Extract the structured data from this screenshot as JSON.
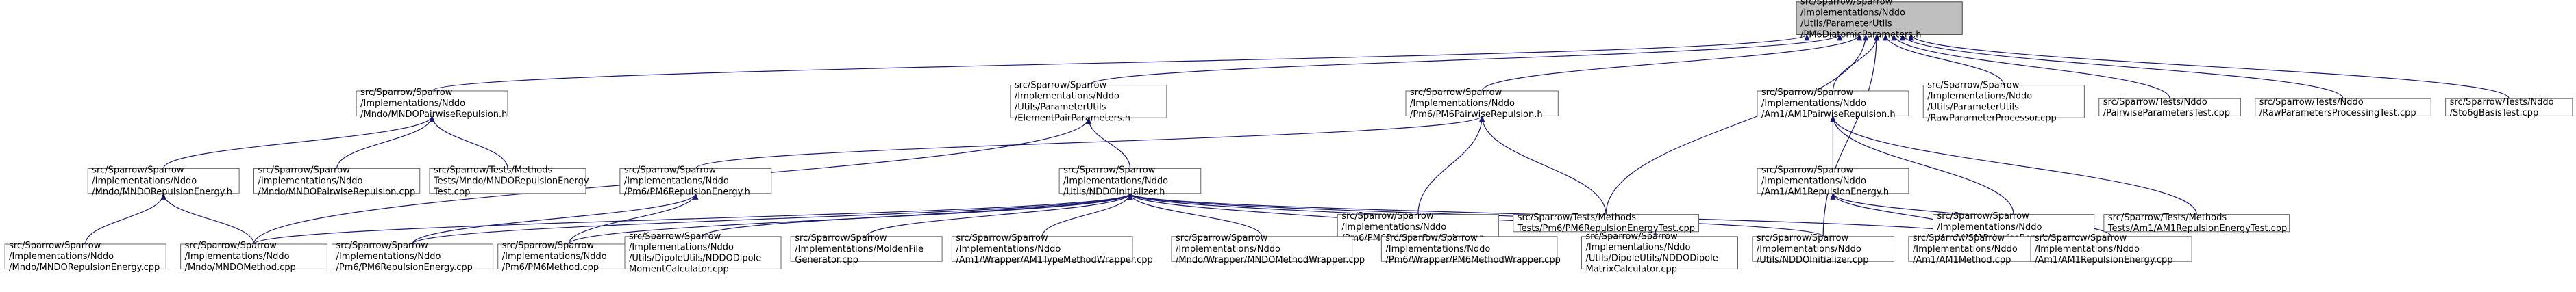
{
  "nodes": [
    {
      "id": "root",
      "root": true,
      "lines": [
        "src/Sparrow/Sparrow",
        "/Implementations/Nddo",
        "/Utils/ParameterUtils",
        "/PM6DiatomicParameters.h"
      ]
    },
    {
      "id": "mndo_pair_h",
      "lines": [
        "src/Sparrow/Sparrow",
        "/Implementations/Nddo",
        "/Mndo/MNDOPairwiseRepulsion.h"
      ]
    },
    {
      "id": "elem_pair_h",
      "lines": [
        "src/Sparrow/Sparrow",
        "/Implementations/Nddo",
        "/Utils/ParameterUtils",
        "/ElementPairParameters.h"
      ]
    },
    {
      "id": "pm6_pair_h",
      "lines": [
        "src/Sparrow/Sparrow",
        "/Implementations/Nddo",
        "/Pm6/PM6PairwiseRepulsion.h"
      ]
    },
    {
      "id": "am1_pair_h",
      "lines": [
        "src/Sparrow/Sparrow",
        "/Implementations/Nddo",
        "/Am1/AM1PairwiseRepulsion.h"
      ]
    },
    {
      "id": "raw_param_cpp",
      "lines": [
        "src/Sparrow/Sparrow",
        "/Implementations/Nddo",
        "/Utils/ParameterUtils",
        "/RawParameterProcessor.cpp"
      ]
    },
    {
      "id": "pair_params_test",
      "lines": [
        "src/Sparrow/Tests/Nddo",
        "/PairwiseParametersTest.cpp"
      ]
    },
    {
      "id": "raw_proc_test",
      "lines": [
        "src/Sparrow/Tests/Nddo",
        "/RawParametersProcessingTest.cpp"
      ]
    },
    {
      "id": "sto6g_test",
      "lines": [
        "src/Sparrow/Tests/Nddo",
        "/Sto6gBasisTest.cpp"
      ]
    },
    {
      "id": "mndo_rep_energy_h",
      "lines": [
        "src/Sparrow/Sparrow",
        "/Implementations/Nddo",
        "/Mndo/MNDORepulsionEnergy.h"
      ]
    },
    {
      "id": "mndo_pair_cpp",
      "lines": [
        "src/Sparrow/Sparrow",
        "/Implementations/Nddo",
        "/Mndo/MNDOPairwiseRepulsion.cpp"
      ]
    },
    {
      "id": "mndo_rep_test",
      "lines": [
        "src/Sparrow/Tests/Methods",
        "Tests/Mndo/MNDORepulsionEnergy",
        "Test.cpp"
      ]
    },
    {
      "id": "pm6_rep_energy_h",
      "lines": [
        "src/Sparrow/Sparrow",
        "/Implementations/Nddo",
        "/Pm6/PM6RepulsionEnergy.h"
      ]
    },
    {
      "id": "nddo_init_h",
      "lines": [
        "src/Sparrow/Sparrow",
        "/Implementations/Nddo",
        "/Utils/NDDOInitializer.h"
      ]
    },
    {
      "id": "pm6_pair_cpp",
      "lines": [
        "src/Sparrow/Sparrow",
        "/Implementations/Nddo",
        "/Pm6/PM6PairwiseRepulsion.cpp"
      ]
    },
    {
      "id": "pm6_rep_test",
      "lines": [
        "src/Sparrow/Tests/Methods",
        "Tests/Pm6/PM6RepulsionEnergyTest.cpp"
      ]
    },
    {
      "id": "am1_rep_energy_h",
      "lines": [
        "src/Sparrow/Sparrow",
        "/Implementations/Nddo",
        "/Am1/AM1RepulsionEnergy.h"
      ]
    },
    {
      "id": "am1_pair_cpp",
      "lines": [
        "src/Sparrow/Sparrow",
        "/Implementations/Nddo",
        "/Am1/AM1PairwiseRepulsion.cpp"
      ]
    },
    {
      "id": "am1_rep_test",
      "lines": [
        "src/Sparrow/Tests/Methods",
        "Tests/Am1/AM1RepulsionEnergyTest.cpp"
      ]
    },
    {
      "id": "mndo_rep_energy_cpp",
      "lines": [
        "src/Sparrow/Sparrow",
        "/Implementations/Nddo",
        "/Mndo/MNDORepulsionEnergy.cpp"
      ]
    },
    {
      "id": "mndo_method_cpp",
      "lines": [
        "src/Sparrow/Sparrow",
        "/Implementations/Nddo",
        "/Mndo/MNDOMethod.cpp"
      ]
    },
    {
      "id": "pm6_rep_energy_cpp",
      "lines": [
        "src/Sparrow/Sparrow",
        "/Implementations/Nddo",
        "/Pm6/PM6RepulsionEnergy.cpp"
      ]
    },
    {
      "id": "pm6_method_cpp",
      "lines": [
        "src/Sparrow/Sparrow",
        "/Implementations/Nddo",
        "/Pm6/PM6Method.cpp"
      ]
    },
    {
      "id": "dipole_calc_cpp",
      "lines": [
        "src/Sparrow/Sparrow",
        "/Implementations/Nddo",
        "/Utils/DipoleUtils/NDDODipole",
        "MomentCalculator.cpp"
      ]
    },
    {
      "id": "molden_cpp",
      "lines": [
        "src/Sparrow/Sparrow",
        "/Implementations/MoldenFile",
        "Generator.cpp"
      ]
    },
    {
      "id": "am1_wrapper_cpp",
      "lines": [
        "src/Sparrow/Sparrow",
        "/Implementations/Nddo",
        "/Am1/Wrapper/AM1TypeMethodWrapper.cpp"
      ]
    },
    {
      "id": "mndo_wrapper_cpp",
      "lines": [
        "src/Sparrow/Sparrow",
        "/Implementations/Nddo",
        "/Mndo/Wrapper/MNDOMethodWrapper.cpp"
      ]
    },
    {
      "id": "pm6_wrapper_cpp",
      "lines": [
        "src/Sparrow/Sparrow",
        "/Implementations/Nddo",
        "/Pm6/Wrapper/PM6MethodWrapper.cpp"
      ]
    },
    {
      "id": "dipole_matrix_cpp",
      "lines": [
        "src/Sparrow/Sparrow",
        "/Implementations/Nddo",
        "/Utils/DipoleUtils/NDDODipole",
        "MatrixCalculator.cpp"
      ]
    },
    {
      "id": "nddo_init_cpp",
      "lines": [
        "src/Sparrow/Sparrow",
        "/Implementations/Nddo",
        "/Utils/NDDOInitializer.cpp"
      ]
    },
    {
      "id": "am1_method_cpp",
      "lines": [
        "src/Sparrow/Sparrow",
        "/Implementations/Nddo",
        "/Am1/AM1Method.cpp"
      ]
    },
    {
      "id": "am1_rep_energy_cpp",
      "lines": [
        "src/Sparrow/Sparrow",
        "/Implementations/Nddo",
        "/Am1/AM1RepulsionEnergy.cpp"
      ]
    }
  ],
  "edges": [
    {
      "from": "mndo_pair_h",
      "to": "root"
    },
    {
      "from": "elem_pair_h",
      "to": "root"
    },
    {
      "from": "pm6_pair_h",
      "to": "root"
    },
    {
      "from": "am1_pair_h",
      "to": "root"
    },
    {
      "from": "raw_param_cpp",
      "to": "root"
    },
    {
      "from": "pair_params_test",
      "to": "root"
    },
    {
      "from": "raw_proc_test",
      "to": "root"
    },
    {
      "from": "sto6g_test",
      "to": "root"
    },
    {
      "from": "pm6_rep_test",
      "to": "root"
    },
    {
      "from": "nddo_init_cpp",
      "to": "root"
    },
    {
      "from": "mndo_rep_energy_h",
      "to": "mndo_pair_h"
    },
    {
      "from": "mndo_pair_cpp",
      "to": "mndo_pair_h"
    },
    {
      "from": "mndo_rep_test",
      "to": "mndo_pair_h"
    },
    {
      "from": "nddo_init_h",
      "to": "elem_pair_h"
    },
    {
      "from": "mndo_method_cpp",
      "to": "elem_pair_h"
    },
    {
      "from": "pm6_rep_energy_h",
      "to": "pm6_pair_h"
    },
    {
      "from": "pm6_pair_cpp",
      "to": "pm6_pair_h"
    },
    {
      "from": "pm6_rep_test",
      "to": "pm6_pair_h"
    },
    {
      "from": "am1_rep_energy_h",
      "to": "am1_pair_h"
    },
    {
      "from": "am1_pair_cpp",
      "to": "am1_pair_h"
    },
    {
      "from": "am1_rep_test",
      "to": "am1_pair_h"
    },
    {
      "from": "mndo_rep_energy_cpp",
      "to": "mndo_rep_energy_h"
    },
    {
      "from": "mndo_method_cpp",
      "to": "mndo_rep_energy_h"
    },
    {
      "from": "pm6_rep_energy_cpp",
      "to": "pm6_rep_energy_h"
    },
    {
      "from": "pm6_method_cpp",
      "to": "pm6_rep_energy_h"
    },
    {
      "from": "am1_method_cpp",
      "to": "am1_rep_energy_h"
    },
    {
      "from": "am1_rep_energy_cpp",
      "to": "am1_rep_energy_h"
    },
    {
      "from": "mndo_method_cpp",
      "to": "nddo_init_h"
    },
    {
      "from": "pm6_rep_energy_cpp",
      "to": "nddo_init_h"
    },
    {
      "from": "pm6_method_cpp",
      "to": "nddo_init_h"
    },
    {
      "from": "dipole_calc_cpp",
      "to": "nddo_init_h"
    },
    {
      "from": "molden_cpp",
      "to": "nddo_init_h"
    },
    {
      "from": "am1_wrapper_cpp",
      "to": "nddo_init_h"
    },
    {
      "from": "mndo_wrapper_cpp",
      "to": "nddo_init_h"
    },
    {
      "from": "pm6_wrapper_cpp",
      "to": "nddo_init_h"
    },
    {
      "from": "dipole_matrix_cpp",
      "to": "nddo_init_h"
    },
    {
      "from": "nddo_init_cpp",
      "to": "nddo_init_h"
    },
    {
      "from": "am1_method_cpp",
      "to": "nddo_init_h"
    }
  ]
}
